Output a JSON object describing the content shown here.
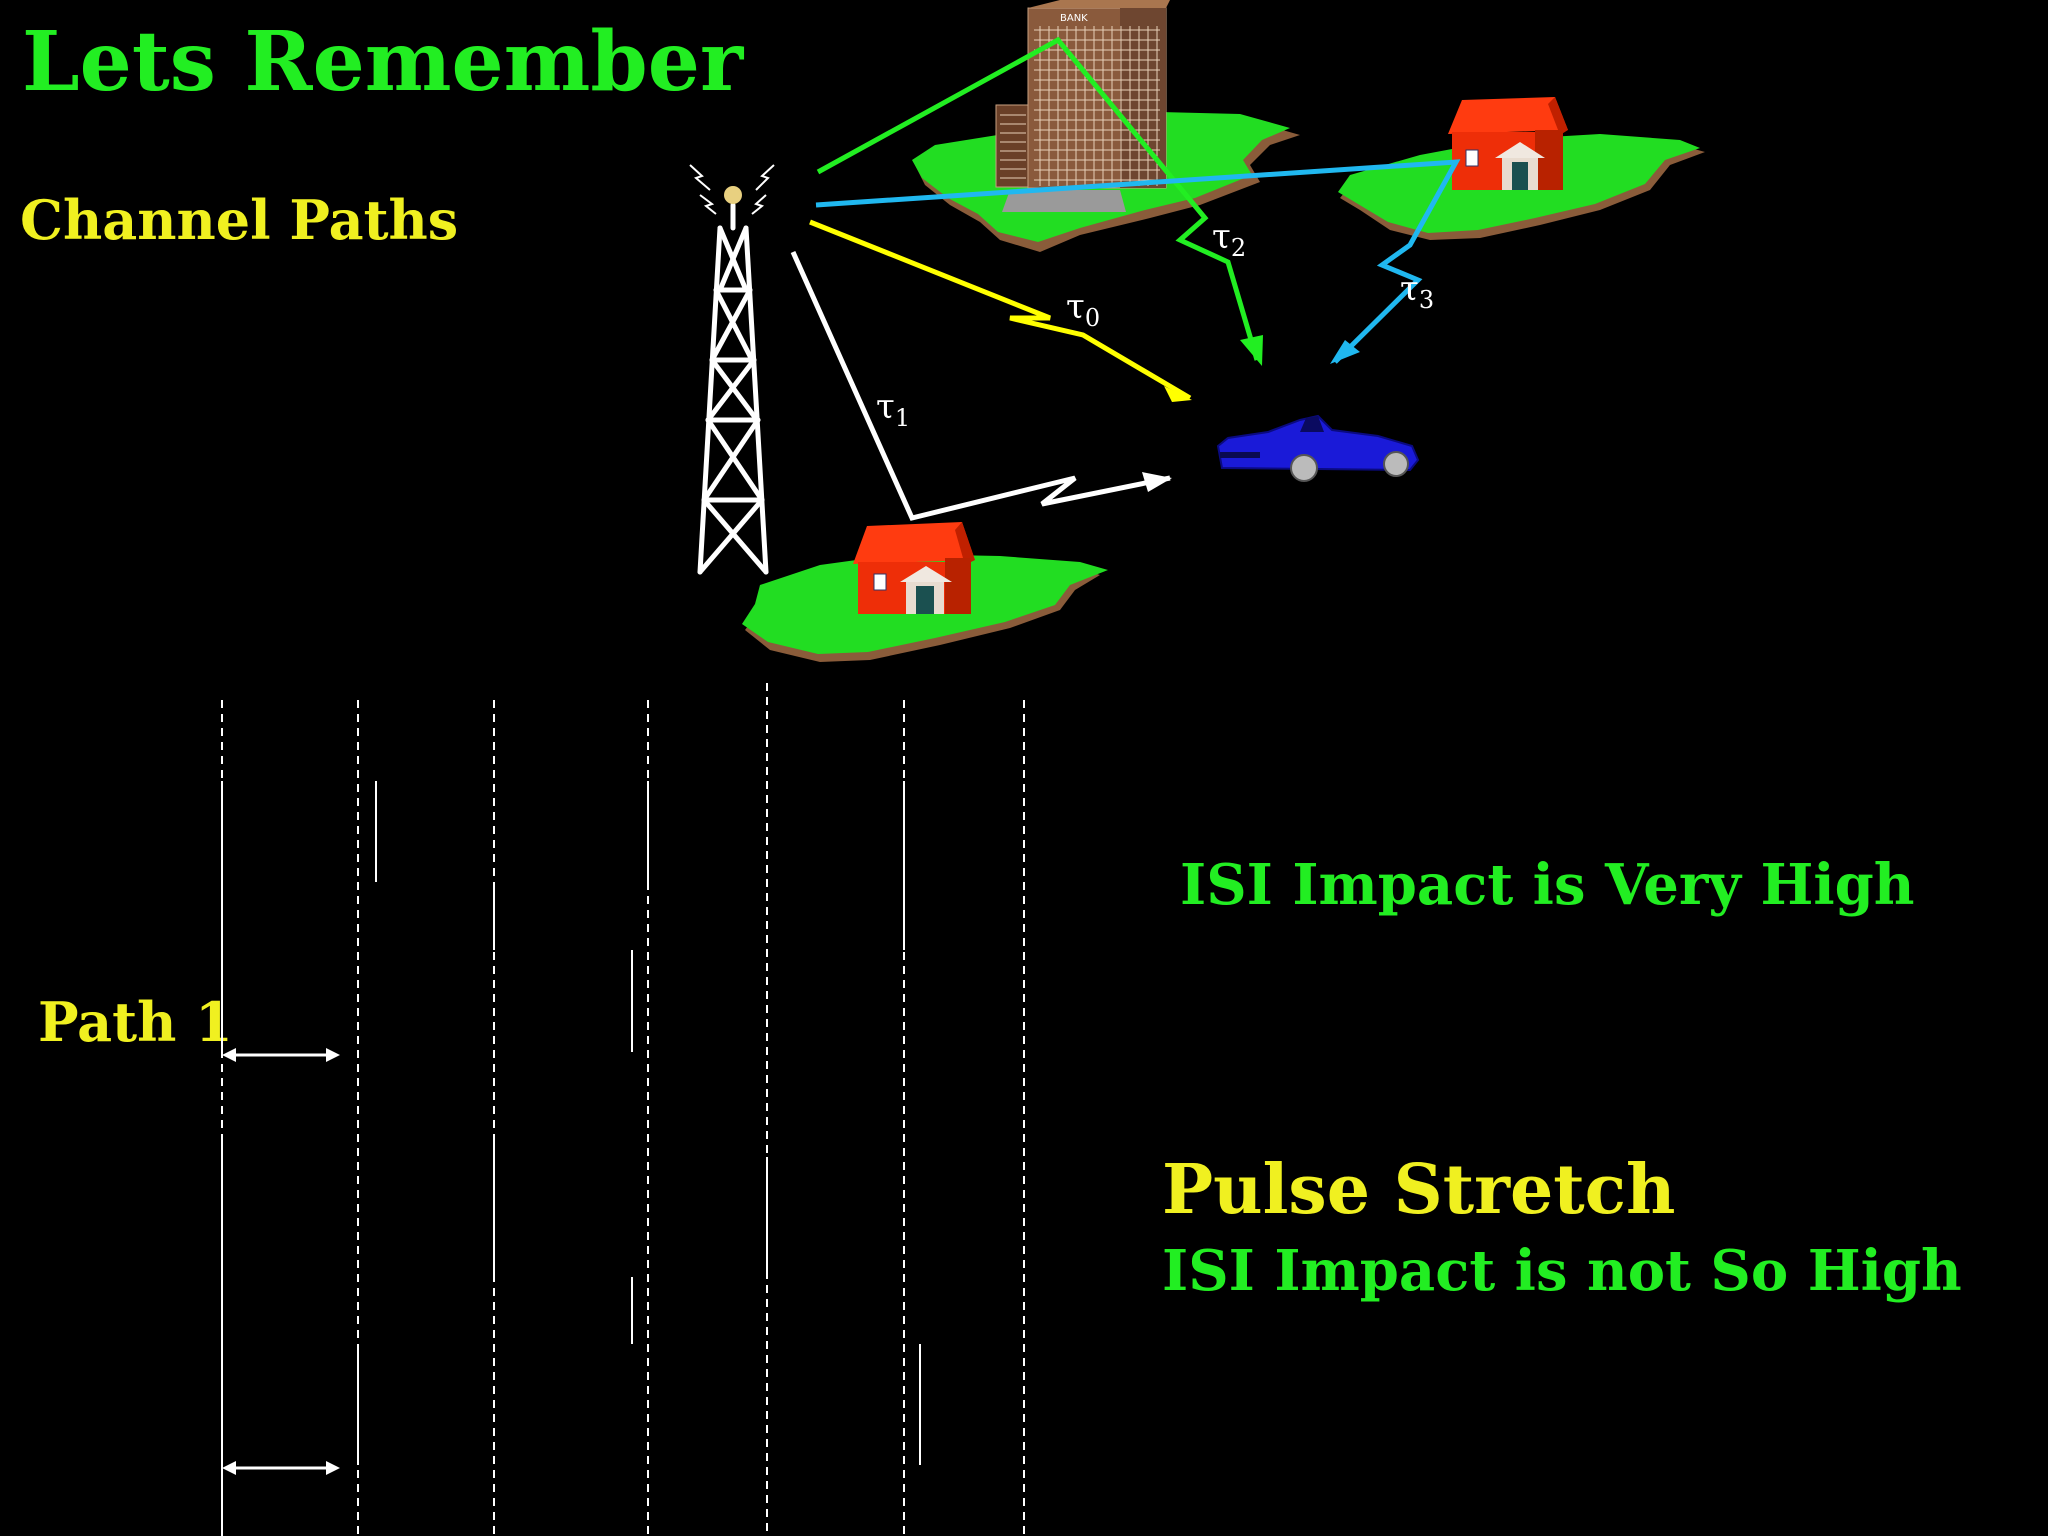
{
  "slide": {
    "title": "Lets Remember",
    "subtitle": "Channel Paths",
    "path_label": "Path 1",
    "isi_high": "ISI  Impact is Very High",
    "pulse_stretch": "Pulse Stretch",
    "isi_low": "ISI  Impact is not So High"
  },
  "illustration": {
    "building_sign": "BANK",
    "paths": [
      {
        "symbol": "τ",
        "sub": "0",
        "color": "#ffff00"
      },
      {
        "symbol": "τ",
        "sub": "1",
        "color": "#ffffff"
      },
      {
        "symbol": "τ",
        "sub": "2",
        "color": "#22ee22"
      },
      {
        "symbol": "τ",
        "sub": "3",
        "color": "#20b8f0"
      }
    ]
  },
  "colors": {
    "background": "#000000",
    "title": "#22ee22",
    "accent_yellow": "#f0f020",
    "pulse_yellow": "#d8d820",
    "pulse_white": "#e0e0e0",
    "arrow_green": "#22ee22"
  }
}
